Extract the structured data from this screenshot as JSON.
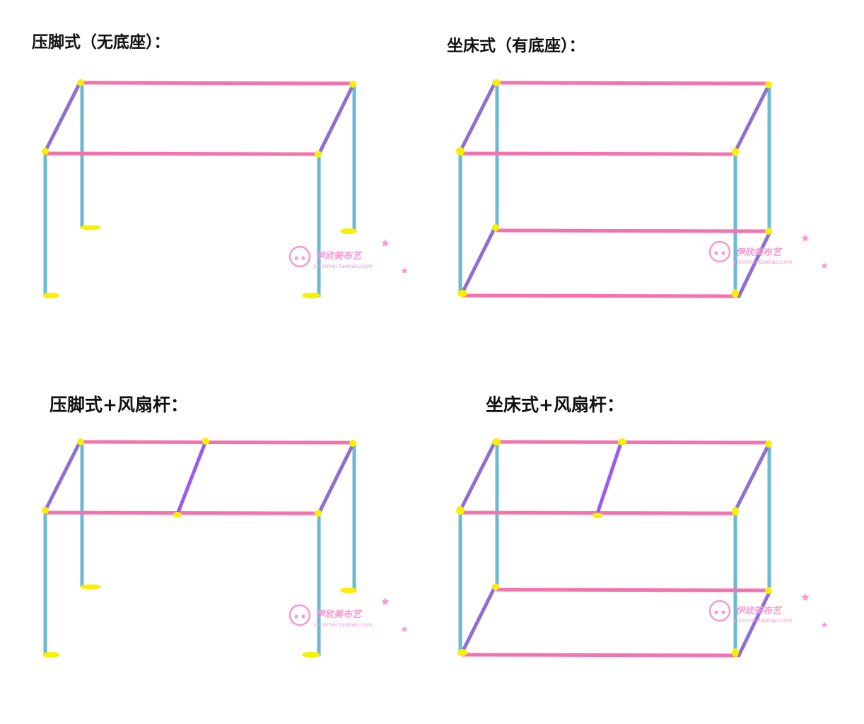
{
  "panels": [
    {
      "id": "p1",
      "title": "压脚式（无底座）：",
      "type": "no-base",
      "fan_rod": false
    },
    {
      "id": "p2",
      "title": "坐床式（有底座）：",
      "type": "with-base",
      "fan_rod": false
    },
    {
      "id": "p3",
      "title": "压脚式+风扇杆：",
      "type": "no-base",
      "fan_rod": true
    },
    {
      "id": "p4",
      "title": "坐床式+风扇杆：",
      "type": "with-base",
      "fan_rod": true
    }
  ],
  "watermark": {
    "brand": "伊欣美布艺",
    "url": "yixinmei.taobao.com"
  },
  "colors": {
    "pink_rod": "#f472ae",
    "purple_rod": "#8e6fd2",
    "fan_rod": "#9a5cf0",
    "blue_rod": "#6db9d3",
    "joint": "#f8f000",
    "watermark": "#f49ad2"
  }
}
